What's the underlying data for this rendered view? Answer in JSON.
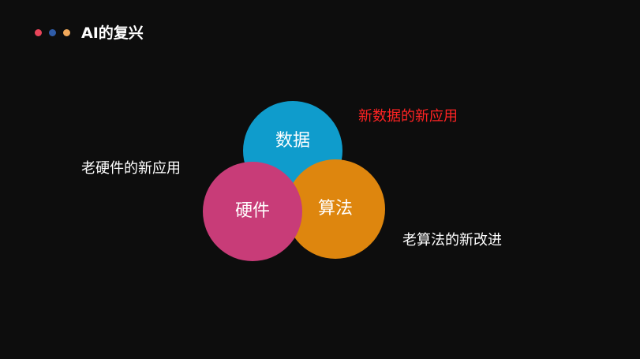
{
  "header": {
    "title": "AI的复兴",
    "dots": [
      "#e8455a",
      "#2f5ca8",
      "#f0a85a"
    ]
  },
  "diagram": {
    "circles": {
      "data": {
        "label": "数据",
        "color": "#0f9ccc"
      },
      "algorithm": {
        "label": "算法",
        "color": "#de860e"
      },
      "hardware": {
        "label": "硬件",
        "color": "#c83c78"
      }
    },
    "notes": {
      "data": {
        "text": "新数据的新应用",
        "color": "#ff2323"
      },
      "hardware": {
        "text": "老硬件的新应用"
      },
      "algorithm": {
        "text": "老算法的新改进"
      }
    }
  }
}
